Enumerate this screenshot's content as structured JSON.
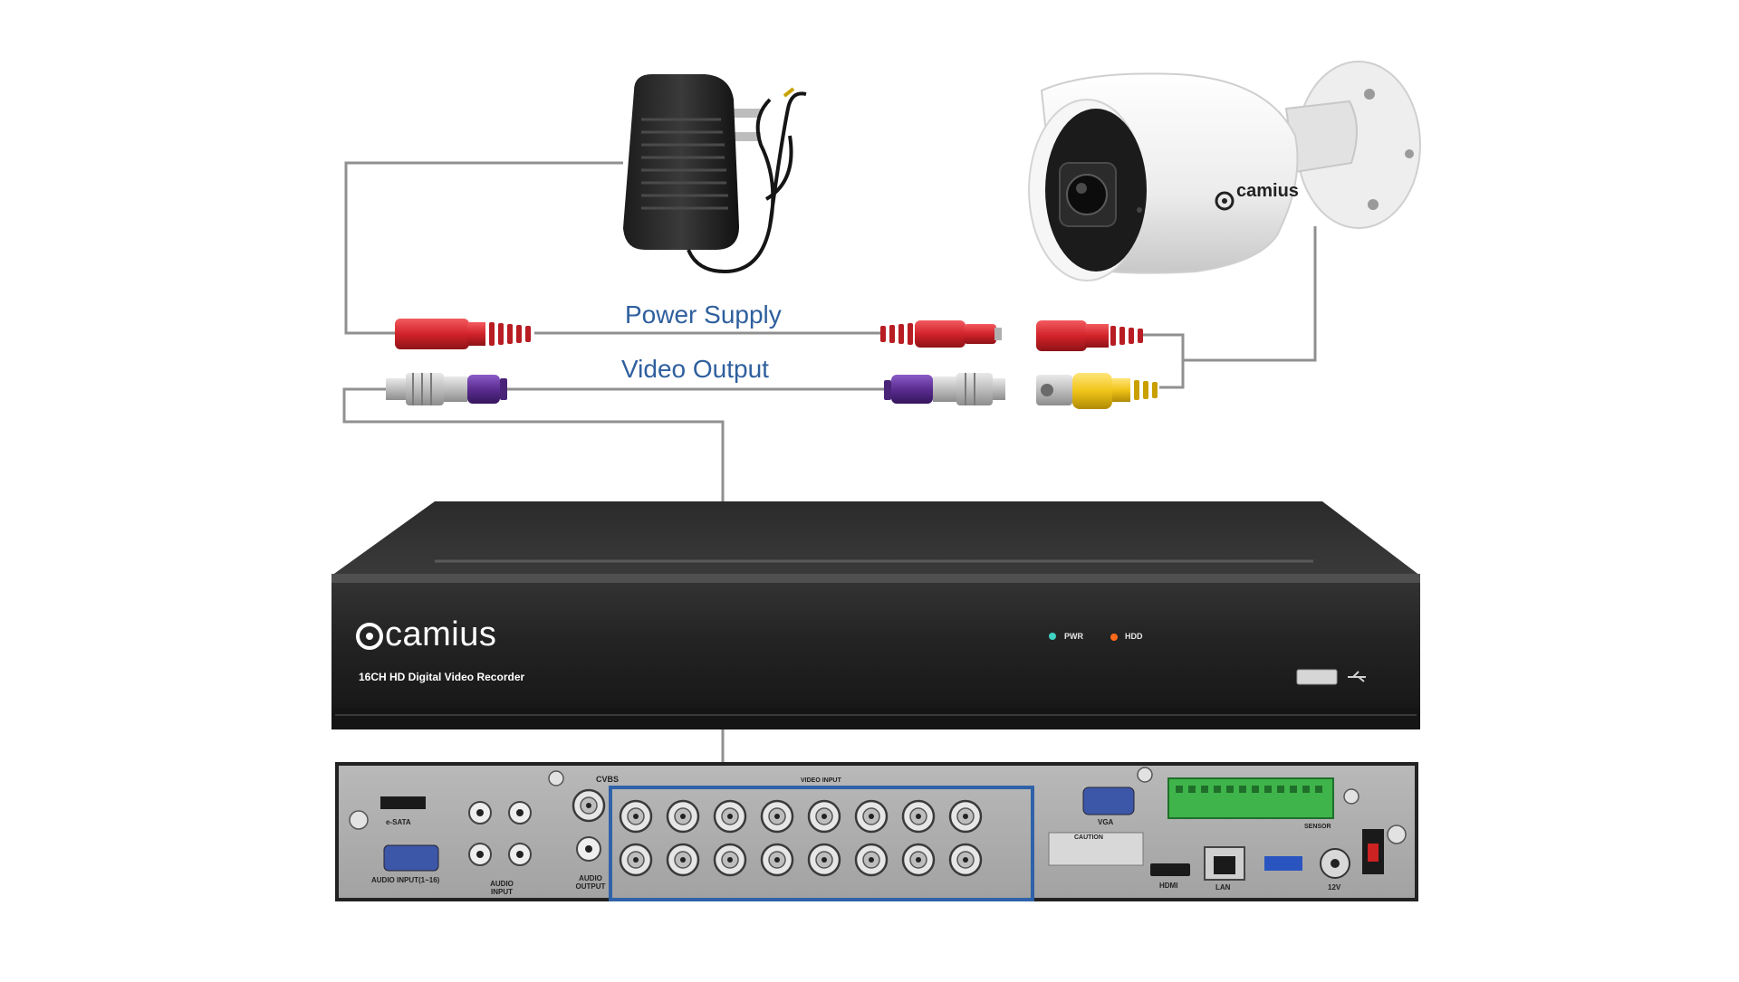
{
  "labels": {
    "power_supply": "Power Supply",
    "video_output": "Video Output"
  },
  "camera": {
    "brand": "camius"
  },
  "dvr": {
    "brand": "camius",
    "model": "16CH HD Digital Video Recorder",
    "leds": {
      "power": "PWR",
      "hdd": "HDD"
    }
  },
  "rear_panel": {
    "esata": "e-SATA",
    "audio_input_1_16": "AUDIO INPUT(1~16)",
    "audio_input": "AUDIO INPUT",
    "audio_output": "AUDIO OUTPUT",
    "cvbs": "CVBS",
    "video_input": "VIDEO INPUT",
    "vga": "VGA",
    "caution": "CAUTION",
    "hdmi": "HDMI",
    "lan": "LAN",
    "sensor": "SENSOR",
    "power_in": "12V"
  },
  "colors": {
    "wire": "#909090",
    "label_text": "#2e5f9e",
    "power_plug": "#d2232a",
    "video_plug": "#5b2d91",
    "camera_video_plug": "#f0c419",
    "highlight_box": "#2f62a8"
  }
}
